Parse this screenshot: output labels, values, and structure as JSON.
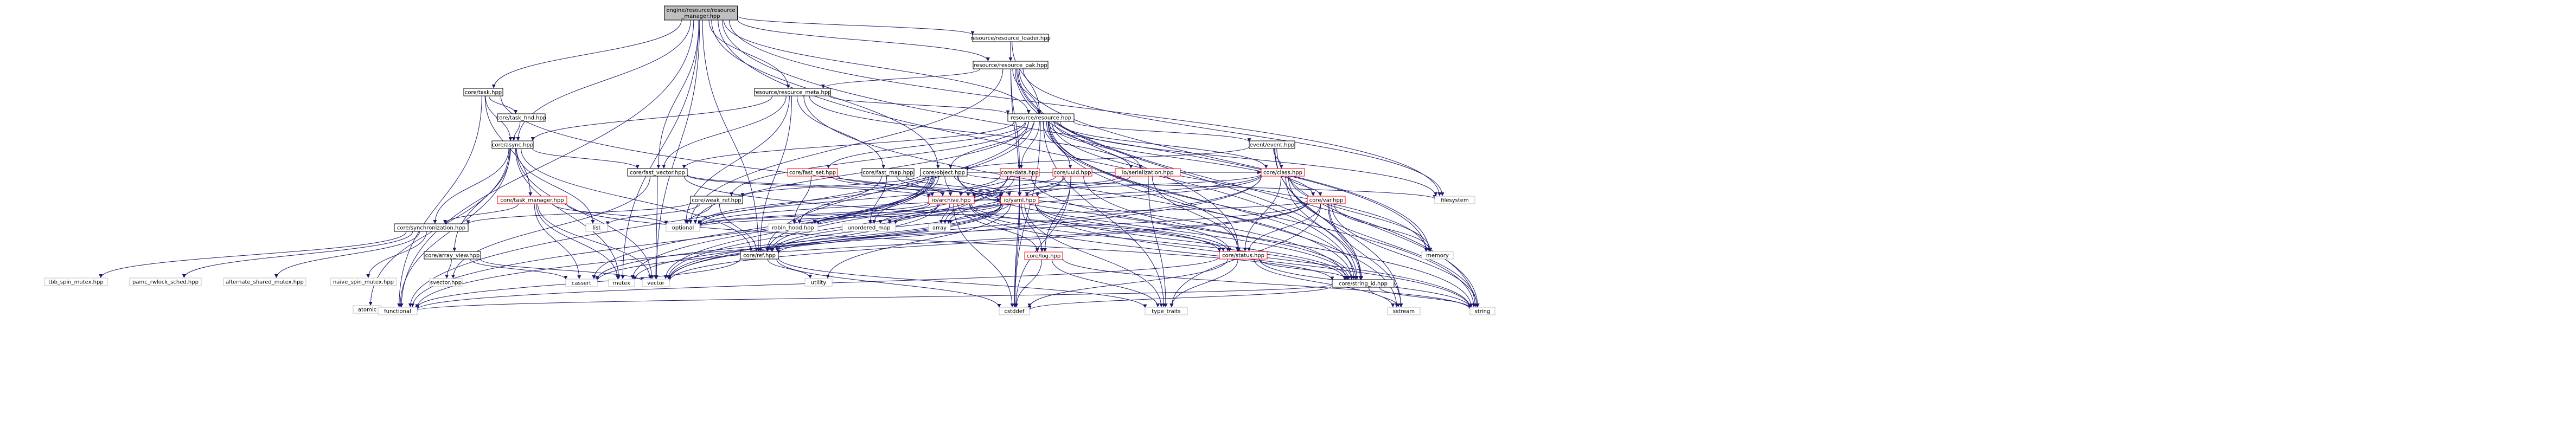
{
  "graph": {
    "colors": {
      "edge": "#191970",
      "node_border": "#000000",
      "node_fill": "#ffffff",
      "root_fill": "#bfbfbf",
      "red_border": "#ff0000",
      "gray_border": "#bfbfbf",
      "gray_text": "#7f7f7f"
    },
    "nodes": [
      {
        "id": "root",
        "lines": [
          "engine/resource/resource",
          "_manager.hpp"
        ],
        "style": "root"
      },
      {
        "id": "resource_loader",
        "lines": [
          "resource/resource_loader.hpp"
        ],
        "style": "normal"
      },
      {
        "id": "resource_pak",
        "lines": [
          "resource/resource_pak.hpp"
        ],
        "style": "normal"
      },
      {
        "id": "core_task",
        "lines": [
          "core/task.hpp"
        ],
        "style": "normal"
      },
      {
        "id": "resource_meta",
        "lines": [
          "resource/resource_meta.hpp"
        ],
        "style": "normal"
      },
      {
        "id": "core_task_hnd",
        "lines": [
          "core/task_hnd.hpp"
        ],
        "style": "normal"
      },
      {
        "id": "resource_resource",
        "lines": [
          "resource/resource.hpp"
        ],
        "style": "normal"
      },
      {
        "id": "core_async",
        "lines": [
          "core/async.hpp"
        ],
        "style": "normal"
      },
      {
        "id": "event_event",
        "lines": [
          "event/event.hpp"
        ],
        "style": "normal"
      },
      {
        "id": "core_fast_vector",
        "lines": [
          "core/fast_vector.hpp"
        ],
        "style": "normal"
      },
      {
        "id": "core_fast_set",
        "lines": [
          "core/fast_set.hpp"
        ],
        "style": "red"
      },
      {
        "id": "core_fast_map",
        "lines": [
          "core/fast_map.hpp"
        ],
        "style": "normal"
      },
      {
        "id": "core_object",
        "lines": [
          "core/object.hpp"
        ],
        "style": "normal"
      },
      {
        "id": "core_data",
        "lines": [
          "core/data.hpp"
        ],
        "style": "red"
      },
      {
        "id": "core_uuid",
        "lines": [
          "core/uuid.hpp"
        ],
        "style": "red"
      },
      {
        "id": "io_serialization",
        "lines": [
          "io/serialization.hpp"
        ],
        "style": "red"
      },
      {
        "id": "core_class",
        "lines": [
          "core/class.hpp"
        ],
        "style": "red"
      },
      {
        "id": "core_task_manager",
        "lines": [
          "core/task_manager.hpp"
        ],
        "style": "red"
      },
      {
        "id": "core_weak_ref",
        "lines": [
          "core/weak_ref.hpp"
        ],
        "style": "normal"
      },
      {
        "id": "io_archive",
        "lines": [
          "io/archive.hpp"
        ],
        "style": "red"
      },
      {
        "id": "io_yaml",
        "lines": [
          "io/yaml.hpp"
        ],
        "style": "red"
      },
      {
        "id": "core_var",
        "lines": [
          "core/var.hpp"
        ],
        "style": "red"
      },
      {
        "id": "core_synchronization",
        "lines": [
          "core/synchronization.hpp"
        ],
        "style": "normal"
      },
      {
        "id": "core_array_view",
        "lines": [
          "core/array_view.hpp"
        ],
        "style": "normal"
      },
      {
        "id": "core_ref",
        "lines": [
          "core/ref.hpp"
        ],
        "style": "normal"
      },
      {
        "id": "core_log",
        "lines": [
          "core/log.hpp"
        ],
        "style": "red"
      },
      {
        "id": "core_status",
        "lines": [
          "core/status.hpp"
        ],
        "style": "red"
      },
      {
        "id": "core_string_id",
        "lines": [
          "core/string_id.hpp"
        ],
        "style": "normal"
      },
      {
        "id": "list",
        "lines": [
          "list"
        ],
        "style": "gray"
      },
      {
        "id": "optional",
        "lines": [
          "optional"
        ],
        "style": "gray"
      },
      {
        "id": "robin_hood",
        "lines": [
          "robin_hood.hpp"
        ],
        "style": "gray"
      },
      {
        "id": "unordered_map",
        "lines": [
          "unordered_map"
        ],
        "style": "gray"
      },
      {
        "id": "array",
        "lines": [
          "array"
        ],
        "style": "gray"
      },
      {
        "id": "filesystem",
        "lines": [
          "filesystem"
        ],
        "style": "gray"
      },
      {
        "id": "tbb_spin_mutex",
        "lines": [
          "tbb_spin_mutex.hpp"
        ],
        "style": "gray"
      },
      {
        "id": "pamc_rwlock",
        "lines": [
          "pamc_rwlock_sched.hpp"
        ],
        "style": "gray"
      },
      {
        "id": "alternate_shared",
        "lines": [
          "alternate_shared_mutex.hpp"
        ],
        "style": "gray"
      },
      {
        "id": "naive_spin",
        "lines": [
          "naive_spin_mutex.hpp"
        ],
        "style": "gray"
      },
      {
        "id": "svector",
        "lines": [
          "svector.hpp"
        ],
        "style": "gray"
      },
      {
        "id": "atomic",
        "lines": [
          "atomic"
        ],
        "style": "gray"
      },
      {
        "id": "cassert",
        "lines": [
          "cassert"
        ],
        "style": "gray"
      },
      {
        "id": "mutex",
        "lines": [
          "mutex"
        ],
        "style": "gray"
      },
      {
        "id": "vector",
        "lines": [
          "vector"
        ],
        "style": "gray"
      },
      {
        "id": "utility",
        "lines": [
          "utility"
        ],
        "style": "gray"
      },
      {
        "id": "memory",
        "lines": [
          "memory"
        ],
        "style": "gray"
      },
      {
        "id": "functional",
        "lines": [
          "functional"
        ],
        "style": "gray"
      },
      {
        "id": "cstddef",
        "lines": [
          "cstddef"
        ],
        "style": "gray"
      },
      {
        "id": "type_traits",
        "lines": [
          "type_traits"
        ],
        "style": "gray"
      },
      {
        "id": "sstream",
        "lines": [
          "sstream"
        ],
        "style": "gray"
      },
      {
        "id": "string",
        "lines": [
          "string"
        ],
        "style": "gray"
      }
    ],
    "edges": [
      [
        "root",
        "resource_loader"
      ],
      [
        "root",
        "resource_pak"
      ],
      [
        "root",
        "core_task"
      ],
      [
        "root",
        "resource_meta"
      ],
      [
        "root",
        "resource_resource"
      ],
      [
        "root",
        "core_async"
      ],
      [
        "root",
        "core_fast_vector"
      ],
      [
        "root",
        "core_object"
      ],
      [
        "root",
        "core_ref"
      ],
      [
        "root",
        "core_string_id"
      ],
      [
        "root",
        "functional"
      ],
      [
        "root",
        "filesystem"
      ],
      [
        "root",
        "mutex"
      ],
      [
        "root",
        "vector"
      ],
      [
        "root",
        "memory"
      ],
      [
        "resource_loader",
        "resource_pak"
      ],
      [
        "resource_loader",
        "resource_resource"
      ],
      [
        "resource_pak",
        "resource_meta"
      ],
      [
        "resource_pak",
        "resource_resource"
      ],
      [
        "resource_pak",
        "core_data"
      ],
      [
        "resource_pak",
        "core_string_id"
      ],
      [
        "resource_pak",
        "filesystem"
      ],
      [
        "resource_pak",
        "string"
      ],
      [
        "resource_pak",
        "io_yaml"
      ],
      [
        "resource_pak",
        "core_status"
      ],
      [
        "resource_pak",
        "memory"
      ],
      [
        "resource_pak",
        "optional"
      ],
      [
        "core_task",
        "core_task_hnd"
      ],
      [
        "core_task",
        "core_async"
      ],
      [
        "core_task",
        "core_task_manager"
      ],
      [
        "core_task",
        "core_string_id"
      ],
      [
        "core_task",
        "functional"
      ],
      [
        "resource_meta",
        "resource_resource"
      ],
      [
        "resource_meta",
        "core_fast_vector"
      ],
      [
        "resource_meta",
        "core_fast_map"
      ],
      [
        "resource_meta",
        "io_serialization"
      ],
      [
        "resource_meta",
        "core_string_id"
      ],
      [
        "resource_meta",
        "core_async"
      ],
      [
        "resource_meta",
        "optional"
      ],
      [
        "resource_meta",
        "core_ref"
      ],
      [
        "core_task_hnd",
        "core_async"
      ],
      [
        "resource_resource",
        "event_event"
      ],
      [
        "resource_resource",
        "core_object"
      ],
      [
        "resource_resource",
        "core_fast_set"
      ],
      [
        "resource_resource",
        "core_uuid"
      ],
      [
        "resource_resource",
        "core_data"
      ],
      [
        "resource_resource",
        "io_serialization"
      ],
      [
        "resource_resource",
        "core_class"
      ],
      [
        "resource_resource",
        "core_string_id"
      ],
      [
        "resource_resource",
        "core_weak_ref"
      ],
      [
        "resource_resource",
        "core_fast_vector"
      ],
      [
        "resource_resource",
        "core_ref"
      ],
      [
        "resource_resource",
        "core_status"
      ],
      [
        "resource_resource",
        "memory"
      ],
      [
        "resource_resource",
        "string"
      ],
      [
        "resource_resource",
        "cstddef"
      ],
      [
        "resource_resource",
        "optional"
      ],
      [
        "resource_resource",
        "filesystem"
      ],
      [
        "resource_resource",
        "sstream"
      ],
      [
        "resource_resource",
        "functional"
      ],
      [
        "resource_resource",
        "type_traits"
      ],
      [
        "resource_resource",
        "core_var"
      ],
      [
        "core_async",
        "core_synchronization"
      ],
      [
        "core_async",
        "core_array_view"
      ],
      [
        "core_async",
        "core_fast_vector"
      ],
      [
        "core_async",
        "core_ref"
      ],
      [
        "core_async",
        "list"
      ],
      [
        "core_async",
        "functional"
      ],
      [
        "core_async",
        "atomic"
      ],
      [
        "core_async",
        "mutex"
      ],
      [
        "core_async",
        "vector"
      ],
      [
        "event_event",
        "core_class"
      ],
      [
        "event_event",
        "core_object"
      ],
      [
        "event_event",
        "core_string_id"
      ],
      [
        "event_event",
        "string"
      ],
      [
        "event_event",
        "sstream"
      ],
      [
        "core_fast_vector",
        "svector"
      ],
      [
        "core_fast_vector",
        "io_archive"
      ],
      [
        "core_fast_vector",
        "io_yaml"
      ],
      [
        "core_fast_vector",
        "vector"
      ],
      [
        "core_fast_vector",
        "core_status"
      ],
      [
        "core_fast_set",
        "robin_hood"
      ],
      [
        "core_fast_set",
        "io_archive"
      ],
      [
        "core_fast_set",
        "io_yaml"
      ],
      [
        "core_fast_map",
        "robin_hood"
      ],
      [
        "core_fast_map",
        "io_archive"
      ],
      [
        "core_fast_map",
        "io_yaml"
      ],
      [
        "core_fast_map",
        "unordered_map"
      ],
      [
        "core_object",
        "core_ref"
      ],
      [
        "core_object",
        "core_weak_ref"
      ],
      [
        "core_object",
        "core_class"
      ],
      [
        "core_object",
        "io_archive"
      ],
      [
        "core_object",
        "io_yaml"
      ],
      [
        "core_object",
        "core_string_id"
      ],
      [
        "core_object",
        "core_status"
      ],
      [
        "core_object",
        "optional"
      ],
      [
        "core_object",
        "unordered_map"
      ],
      [
        "core_object",
        "functional"
      ],
      [
        "core_object",
        "cassert"
      ],
      [
        "core_object",
        "mutex"
      ],
      [
        "core_object",
        "vector"
      ],
      [
        "core_object",
        "filesystem"
      ],
      [
        "core_data",
        "io_archive"
      ],
      [
        "core_data",
        "io_yaml"
      ],
      [
        "core_data",
        "core_ref"
      ],
      [
        "core_data",
        "core_string_id"
      ],
      [
        "core_data",
        "vector"
      ],
      [
        "core_data",
        "cstddef"
      ],
      [
        "core_data",
        "array"
      ],
      [
        "core_data",
        "optional"
      ],
      [
        "core_uuid",
        "io_archive"
      ],
      [
        "core_uuid",
        "io_yaml"
      ],
      [
        "core_uuid",
        "core_log"
      ],
      [
        "core_uuid",
        "array"
      ],
      [
        "core_uuid",
        "string"
      ],
      [
        "core_uuid",
        "cstddef"
      ],
      [
        "io_serialization",
        "io_archive"
      ],
      [
        "io_serialization",
        "io_yaml"
      ],
      [
        "io_serialization",
        "core_status"
      ],
      [
        "io_serialization",
        "core_class"
      ],
      [
        "io_serialization",
        "type_traits"
      ],
      [
        "core_class",
        "core_var"
      ],
      [
        "core_class",
        "io_archive"
      ],
      [
        "core_class",
        "core_string_id"
      ],
      [
        "core_class",
        "core_status"
      ],
      [
        "core_class",
        "memory"
      ],
      [
        "core_class",
        "functional"
      ],
      [
        "core_class",
        "optional"
      ],
      [
        "core_class",
        "unordered_map"
      ],
      [
        "core_class",
        "vector"
      ],
      [
        "core_class",
        "string"
      ],
      [
        "core_task_manager",
        "core_synchronization"
      ],
      [
        "core_task_manager",
        "core_string_id"
      ],
      [
        "core_task_manager",
        "cassert"
      ],
      [
        "core_task_manager",
        "mutex"
      ],
      [
        "core_task_manager",
        "vector"
      ],
      [
        "core_task_manager",
        "optional"
      ],
      [
        "core_weak_ref",
        "core_ref"
      ],
      [
        "core_weak_ref",
        "core_synchronization"
      ],
      [
        "core_weak_ref",
        "list"
      ],
      [
        "core_weak_ref",
        "optional"
      ],
      [
        "io_archive",
        "io_yaml"
      ],
      [
        "io_archive",
        "core_log"
      ],
      [
        "io_archive",
        "core_ref"
      ],
      [
        "io_archive",
        "core_status"
      ],
      [
        "io_archive",
        "core_string_id"
      ],
      [
        "io_archive",
        "robin_hood"
      ],
      [
        "io_archive",
        "unordered_map"
      ],
      [
        "io_archive",
        "array"
      ],
      [
        "io_archive",
        "vector"
      ],
      [
        "io_archive",
        "optional"
      ],
      [
        "io_archive",
        "cstddef"
      ],
      [
        "io_archive",
        "string"
      ],
      [
        "io_yaml",
        "core_log"
      ],
      [
        "io_yaml",
        "core_ref"
      ],
      [
        "io_yaml",
        "core_status"
      ],
      [
        "io_yaml",
        "core_string_id"
      ],
      [
        "io_yaml",
        "robin_hood"
      ],
      [
        "io_yaml",
        "unordered_map"
      ],
      [
        "io_yaml",
        "array"
      ],
      [
        "io_yaml",
        "vector"
      ],
      [
        "io_yaml",
        "optional"
      ],
      [
        "io_yaml",
        "cstddef"
      ],
      [
        "io_yaml",
        "string"
      ],
      [
        "io_yaml",
        "utility"
      ],
      [
        "io_yaml",
        "type_traits"
      ],
      [
        "io_yaml",
        "cassert"
      ],
      [
        "io_yaml",
        "mutex"
      ],
      [
        "core_var",
        "core_ref"
      ],
      [
        "core_var",
        "core_string_id"
      ],
      [
        "core_var",
        "core_status"
      ],
      [
        "core_var",
        "memory"
      ],
      [
        "core_var",
        "type_traits"
      ],
      [
        "core_var",
        "string"
      ],
      [
        "core_var",
        "cassert"
      ],
      [
        "core_var",
        "vector"
      ],
      [
        "core_var",
        "optional"
      ],
      [
        "core_var",
        "sstream"
      ],
      [
        "core_synchronization",
        "tbb_spin_mutex"
      ],
      [
        "core_synchronization",
        "pamc_rwlock"
      ],
      [
        "core_synchronization",
        "alternate_shared"
      ],
      [
        "core_synchronization",
        "naive_spin"
      ],
      [
        "core_array_view",
        "svector"
      ],
      [
        "core_array_view",
        "vector"
      ],
      [
        "core_array_view",
        "cassert"
      ],
      [
        "core_ref",
        "functional"
      ],
      [
        "core_ref",
        "cstddef"
      ],
      [
        "core_ref",
        "utility"
      ],
      [
        "core_ref",
        "type_traits"
      ],
      [
        "core_log",
        "cstddef"
      ],
      [
        "core_log",
        "type_traits"
      ],
      [
        "core_log",
        "string"
      ],
      [
        "core_status",
        "core_string_id"
      ],
      [
        "core_status",
        "functional"
      ],
      [
        "core_status",
        "cstddef"
      ],
      [
        "core_status",
        "type_traits"
      ],
      [
        "core_status",
        "sstream"
      ],
      [
        "core_status",
        "string"
      ],
      [
        "core_string_id",
        "cstddef"
      ],
      [
        "core_string_id",
        "functional"
      ],
      [
        "core_string_id",
        "string"
      ],
      [
        "core_string_id",
        "sstream"
      ]
    ]
  }
}
